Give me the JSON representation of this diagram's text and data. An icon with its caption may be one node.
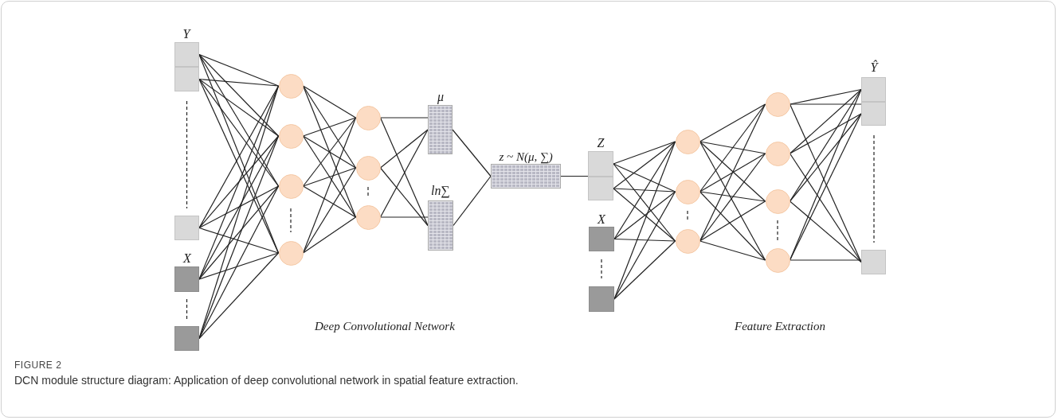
{
  "diagram": {
    "title": "FIGURE 2",
    "caption": "DCN module structure diagram: Application of deep convolutional network in spatial feature extraction.",
    "nodes": [
      {
        "text": [],
        "shape": "box",
        "beside": [
          "Y"
        ]
      },
      {
        "text": [],
        "shape": "box"
      },
      {
        "text": [],
        "shape": "box"
      },
      {
        "text": [],
        "shape": "box",
        "beside": [
          "X"
        ]
      },
      {
        "text": [],
        "shape": "box"
      },
      {
        "text": [],
        "shape": "circle"
      },
      {
        "text": [],
        "shape": "circle"
      },
      {
        "text": [],
        "shape": "circle"
      },
      {
        "text": [],
        "shape": "circle"
      },
      {
        "text": [],
        "shape": "circle"
      },
      {
        "text": [],
        "shape": "circle"
      },
      {
        "text": [],
        "shape": "circle"
      },
      {
        "text": [],
        "shape": "box",
        "beside": [
          "μ"
        ]
      },
      {
        "text": [],
        "shape": "box",
        "beside": [
          "ln∑"
        ]
      },
      {
        "text": [],
        "shape": "box",
        "beside": [
          "z ~ N(μ,  ∑)"
        ]
      },
      {
        "text": [],
        "shape": "box",
        "beside": [
          "Z"
        ]
      },
      {
        "text": [],
        "shape": "box"
      },
      {
        "text": [],
        "shape": "box",
        "beside": [
          "X"
        ]
      },
      {
        "text": [],
        "shape": "box"
      },
      {
        "text": [],
        "shape": "circle"
      },
      {
        "text": [],
        "shape": "circle"
      },
      {
        "text": [],
        "shape": "circle"
      },
      {
        "text": [],
        "shape": "circle"
      },
      {
        "text": [],
        "shape": "circle"
      },
      {
        "text": [],
        "shape": "circle"
      },
      {
        "text": [],
        "shape": "circle"
      },
      {
        "text": [],
        "shape": "box",
        "beside": [
          "Ŷ"
        ]
      },
      {
        "text": [],
        "shape": "box"
      },
      {
        "text": [],
        "shape": "box"
      }
    ],
    "edges": [
      {
        "from": 0,
        "to": 5,
        "arrow": "none"
      },
      {
        "from": 0,
        "to": 6,
        "arrow": "none"
      },
      {
        "from": 0,
        "to": 7,
        "arrow": "none"
      },
      {
        "from": 0,
        "to": 8,
        "arrow": "none"
      },
      {
        "from": 1,
        "to": 5,
        "arrow": "none"
      },
      {
        "from": 1,
        "to": 6,
        "arrow": "none"
      },
      {
        "from": 1,
        "to": 7,
        "arrow": "none"
      },
      {
        "from": 1,
        "to": 8,
        "arrow": "none"
      },
      {
        "from": 2,
        "to": 5,
        "arrow": "none"
      },
      {
        "from": 2,
        "to": 6,
        "arrow": "none"
      },
      {
        "from": 2,
        "to": 7,
        "arrow": "none"
      },
      {
        "from": 2,
        "to": 8,
        "arrow": "none"
      },
      {
        "from": 3,
        "to": 5,
        "arrow": "none"
      },
      {
        "from": 3,
        "to": 6,
        "arrow": "none"
      },
      {
        "from": 3,
        "to": 7,
        "arrow": "none"
      },
      {
        "from": 3,
        "to": 8,
        "arrow": "none"
      },
      {
        "from": 4,
        "to": 5,
        "arrow": "none"
      },
      {
        "from": 4,
        "to": 6,
        "arrow": "none"
      },
      {
        "from": 4,
        "to": 7,
        "arrow": "none"
      },
      {
        "from": 4,
        "to": 8,
        "arrow": "none"
      },
      {
        "from": 5,
        "to": 9,
        "arrow": "none"
      },
      {
        "from": 5,
        "to": 10,
        "arrow": "none"
      },
      {
        "from": 5,
        "to": 11,
        "arrow": "none"
      },
      {
        "from": 6,
        "to": 9,
        "arrow": "none"
      },
      {
        "from": 6,
        "to": 10,
        "arrow": "none"
      },
      {
        "from": 6,
        "to": 11,
        "arrow": "none"
      },
      {
        "from": 7,
        "to": 9,
        "arrow": "none"
      },
      {
        "from": 7,
        "to": 10,
        "arrow": "none"
      },
      {
        "from": 7,
        "to": 11,
        "arrow": "none"
      },
      {
        "from": 8,
        "to": 9,
        "arrow": "none"
      },
      {
        "from": 8,
        "to": 10,
        "arrow": "none"
      },
      {
        "from": 8,
        "to": 11,
        "arrow": "none"
      },
      {
        "from": 9,
        "to": 12,
        "arrow": "none"
      },
      {
        "from": 9,
        "to": 13,
        "arrow": "none"
      },
      {
        "from": 10,
        "to": 12,
        "arrow": "none"
      },
      {
        "from": 10,
        "to": 13,
        "arrow": "none"
      },
      {
        "from": 11,
        "to": 12,
        "arrow": "none"
      },
      {
        "from": 11,
        "to": 13,
        "arrow": "none"
      },
      {
        "from": 12,
        "to": 14,
        "arrow": "none"
      },
      {
        "from": 13,
        "to": 14,
        "arrow": "none"
      },
      {
        "from": 14,
        "to": 15,
        "arrow": "none"
      },
      {
        "from": 15,
        "to": 19,
        "arrow": "none"
      },
      {
        "from": 15,
        "to": 20,
        "arrow": "none"
      },
      {
        "from": 15,
        "to": 21,
        "arrow": "none"
      },
      {
        "from": 16,
        "to": 19,
        "arrow": "none"
      },
      {
        "from": 16,
        "to": 20,
        "arrow": "none"
      },
      {
        "from": 16,
        "to": 21,
        "arrow": "none"
      },
      {
        "from": 17,
        "to": 19,
        "arrow": "none"
      },
      {
        "from": 17,
        "to": 20,
        "arrow": "none"
      },
      {
        "from": 17,
        "to": 21,
        "arrow": "none"
      },
      {
        "from": 18,
        "to": 19,
        "arrow": "none"
      },
      {
        "from": 18,
        "to": 20,
        "arrow": "none"
      },
      {
        "from": 18,
        "to": 21,
        "arrow": "none"
      },
      {
        "from": 19,
        "to": 22,
        "arrow": "none"
      },
      {
        "from": 19,
        "to": 23,
        "arrow": "none"
      },
      {
        "from": 19,
        "to": 24,
        "arrow": "none"
      },
      {
        "from": 19,
        "to": 25,
        "arrow": "none"
      },
      {
        "from": 20,
        "to": 22,
        "arrow": "none"
      },
      {
        "from": 20,
        "to": 23,
        "arrow": "none"
      },
      {
        "from": 20,
        "to": 24,
        "arrow": "none"
      },
      {
        "from": 20,
        "to": 25,
        "arrow": "none"
      },
      {
        "from": 21,
        "to": 22,
        "arrow": "none"
      },
      {
        "from": 21,
        "to": 23,
        "arrow": "none"
      },
      {
        "from": 21,
        "to": 24,
        "arrow": "none"
      },
      {
        "from": 21,
        "to": 25,
        "arrow": "none"
      },
      {
        "from": 22,
        "to": 26,
        "arrow": "none"
      },
      {
        "from": 22,
        "to": 27,
        "arrow": "none"
      },
      {
        "from": 22,
        "to": 28,
        "arrow": "none"
      },
      {
        "from": 23,
        "to": 26,
        "arrow": "none"
      },
      {
        "from": 23,
        "to": 27,
        "arrow": "none"
      },
      {
        "from": 23,
        "to": 28,
        "arrow": "none"
      },
      {
        "from": 24,
        "to": 26,
        "arrow": "none"
      },
      {
        "from": 24,
        "to": 27,
        "arrow": "none"
      },
      {
        "from": 24,
        "to": 28,
        "arrow": "none"
      },
      {
        "from": 25,
        "to": 26,
        "arrow": "none"
      },
      {
        "from": 25,
        "to": 27,
        "arrow": "none"
      },
      {
        "from": 25,
        "to": 28,
        "arrow": "none"
      }
    ],
    "labels": [
      "Deep Convolutional Network",
      "Feature Extraction"
    ]
  }
}
